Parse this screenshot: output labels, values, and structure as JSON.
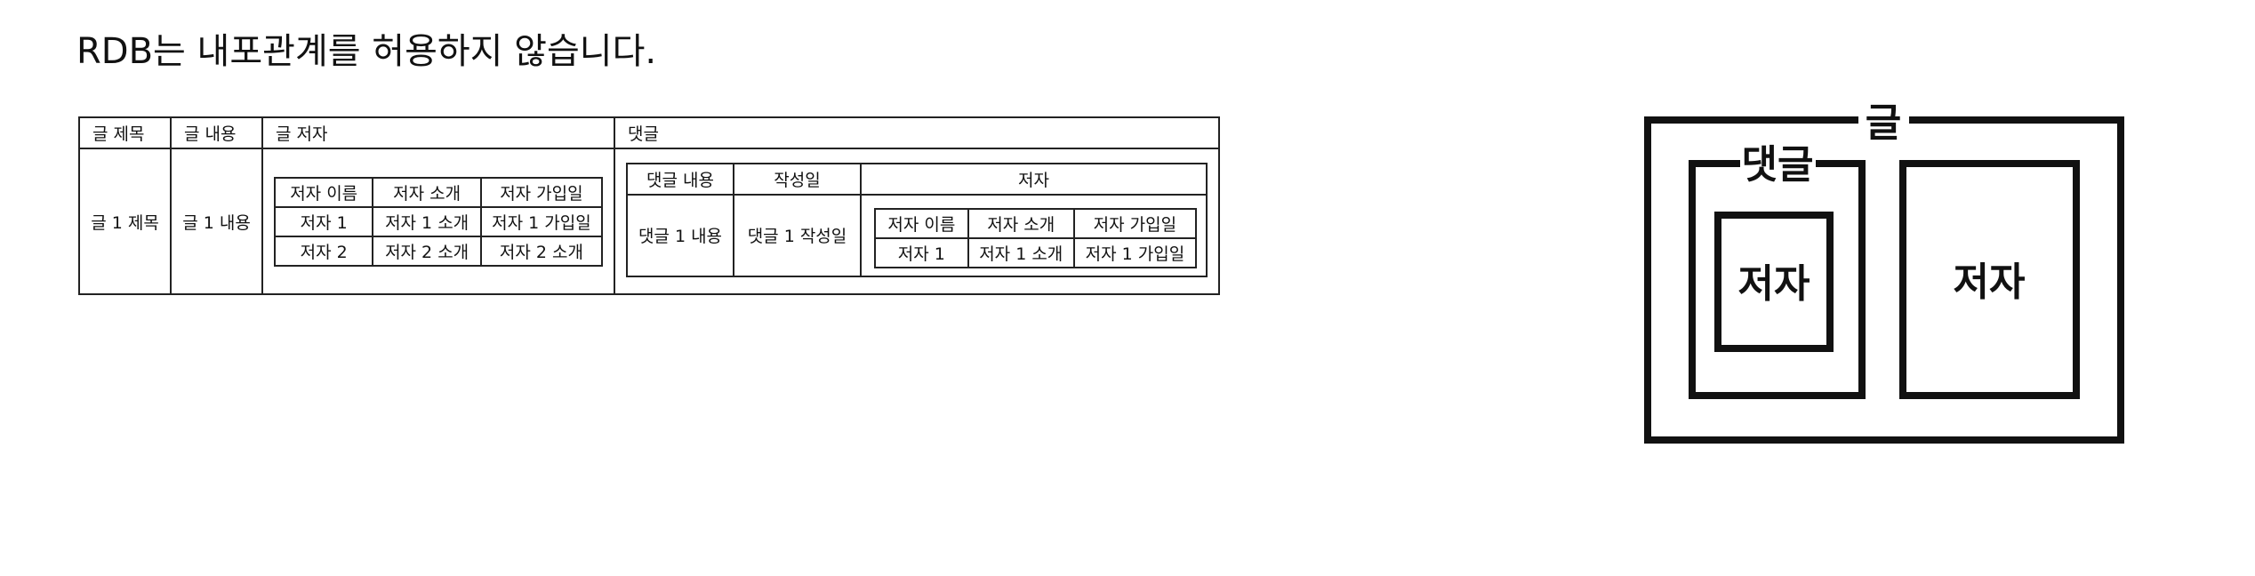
{
  "heading": "RDB는 내포관계를 허용하지 않습니다.",
  "table": {
    "headers": {
      "post_title": "글 제목",
      "post_content": "글 내용",
      "post_author": "글 저자",
      "comment": "댓글"
    },
    "row": {
      "post_title": "글 1 제목",
      "post_content": "글 1 내용"
    },
    "post_authors": {
      "headers": [
        "저자 이름",
        "저자 소개",
        "저자 가입일"
      ],
      "rows": [
        [
          "저자 1",
          "저자 1 소개",
          "저자 1 가입일"
        ],
        [
          "저자 2",
          "저자 2 소개",
          "저자 2 소개"
        ]
      ]
    },
    "comments": {
      "headers": {
        "content": "댓글 내용",
        "created": "작성일",
        "author": "저자"
      },
      "row": {
        "content": "댓글 1 내용",
        "created": "댓글 1 작성일"
      },
      "authors": {
        "headers": [
          "저자 이름",
          "저자 소개",
          "저자 가입일"
        ],
        "rows": [
          [
            "저자 1",
            "저자 1 소개",
            "저자 1 가입일"
          ]
        ]
      }
    }
  },
  "diagram": {
    "post_label": "글",
    "comment_label": "댓글",
    "comment_author_label": "저자",
    "post_author_label": "저자"
  }
}
